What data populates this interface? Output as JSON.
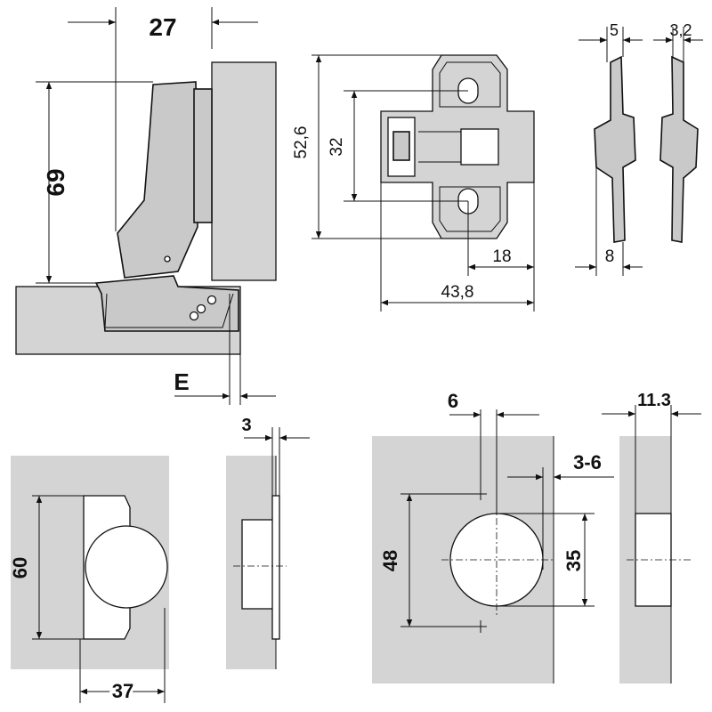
{
  "diagram": {
    "hinge_side_view": {
      "dim_width": "27",
      "dim_height": "69",
      "dim_overlay_label": "E",
      "dim_offset": "3"
    },
    "mounting_plate": {
      "dim_height_overall": "52,6",
      "dim_hole_spacing": "32",
      "dim_center_offset": "18",
      "dim_length": "43,8",
      "dim_thickness_left": "5",
      "dim_thickness_right": "3,2",
      "dim_base_width": "8"
    },
    "door_front_view": {
      "dim_cup_height": "60",
      "dim_cup_width": "37"
    },
    "drilling_pattern": {
      "dim_edge": "6",
      "dim_edge_distance": "3-6",
      "dim_screw_spacing": "48",
      "dim_cup_diameter": "35",
      "dim_depth": "11.3"
    }
  }
}
